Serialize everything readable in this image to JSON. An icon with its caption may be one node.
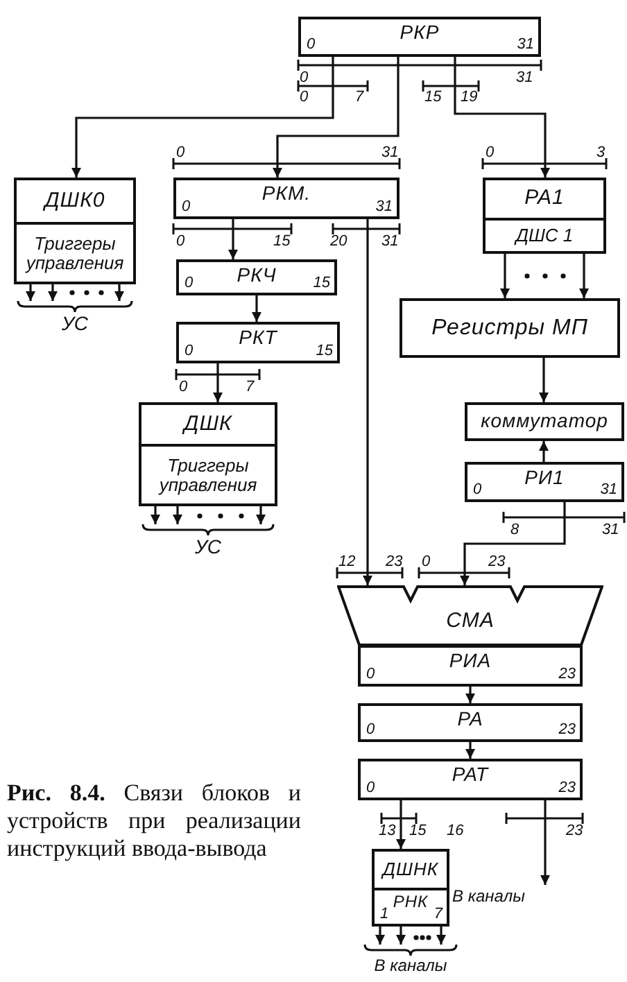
{
  "diagram": {
    "caption": "**Рис. 8.4.** Связи блоков и устройств при реализации инструкций ввода-вывода",
    "nodes": [
      {
        "text": [
          "РКР",
          "0",
          "31"
        ]
      },
      {
        "text": [
          "ДШК0",
          "Триггеры управления"
        ]
      },
      {
        "text": [
          "РКМ.",
          "0",
          "31"
        ]
      },
      {
        "text": [
          "РКЧ",
          "0",
          "15"
        ]
      },
      {
        "text": [
          "РКТ",
          "0",
          "15"
        ]
      },
      {
        "text": [
          "ДШК",
          "Триггеры управления"
        ]
      },
      {
        "text": [
          "РА1",
          "ДШС 1"
        ]
      },
      {
        "text": [
          "Регистры МП"
        ]
      },
      {
        "text": [
          "коммутатор"
        ]
      },
      {
        "text": [
          "РИ1",
          "0",
          "31"
        ]
      },
      {
        "text": [
          "СМА"
        ]
      },
      {
        "text": [
          "РИА",
          "0",
          "23"
        ]
      },
      {
        "text": [
          "РА",
          "0",
          "23"
        ]
      },
      {
        "text": [
          "РАТ",
          "0",
          "23"
        ]
      },
      {
        "text": [
          "ДШНК",
          "РНК",
          "1",
          "7"
        ]
      },
      {
        "text": [
          "УС"
        ]
      },
      {
        "text": [
          "УС"
        ]
      },
      {
        "text": [
          "В каналы"
        ]
      },
      {
        "text": [
          "В каналы"
        ]
      }
    ],
    "edges": [
      {
        "from": 0,
        "to": 1,
        "arrow": "to"
      },
      {
        "from": 0,
        "to": 2,
        "arrow": "to"
      },
      {
        "from": 0,
        "to": 6,
        "arrow": "to"
      },
      {
        "from": 2,
        "to": 3,
        "arrow": "to"
      },
      {
        "from": 2,
        "to": 10,
        "arrow": "to"
      },
      {
        "from": 3,
        "to": 4,
        "arrow": "to"
      },
      {
        "from": 4,
        "to": 5,
        "arrow": "to"
      },
      {
        "from": 6,
        "to": 7,
        "arrow": "to"
      },
      {
        "from": 6,
        "to": 7,
        "arrow": "to"
      },
      {
        "from": 7,
        "to": 8,
        "arrow": "to"
      },
      {
        "from": 9,
        "to": 8,
        "arrow": "to"
      },
      {
        "from": 9,
        "to": 10,
        "arrow": "to"
      },
      {
        "from": 11,
        "to": 12,
        "arrow": "to"
      },
      {
        "from": 12,
        "to": 13,
        "arrow": "to"
      },
      {
        "from": 13,
        "to": 14,
        "arrow": "to"
      },
      {
        "from": 13,
        "to": 17,
        "arrow": "to"
      },
      {
        "from": 1,
        "to": 15,
        "arrow": "to"
      },
      {
        "from": 1,
        "to": 15,
        "arrow": "to"
      },
      {
        "from": 1,
        "to": 15,
        "arrow": "to"
      },
      {
        "from": 5,
        "to": 16,
        "arrow": "to"
      },
      {
        "from": 5,
        "to": 16,
        "arrow": "to"
      },
      {
        "from": 5,
        "to": 16,
        "arrow": "to"
      },
      {
        "from": 14,
        "to": 18,
        "arrow": "to"
      },
      {
        "from": 14,
        "to": 18,
        "arrow": "to"
      },
      {
        "from": 14,
        "to": 18,
        "arrow": "to"
      }
    ],
    "labels": [
      "0",
      "31",
      "0",
      "7",
      "15",
      "19",
      "0",
      "31",
      "0",
      "3",
      "0",
      "15",
      "20",
      "31",
      "0",
      "7",
      "8",
      "31",
      "12",
      "23",
      "0",
      "23",
      "13",
      "15",
      "16",
      "23"
    ]
  }
}
